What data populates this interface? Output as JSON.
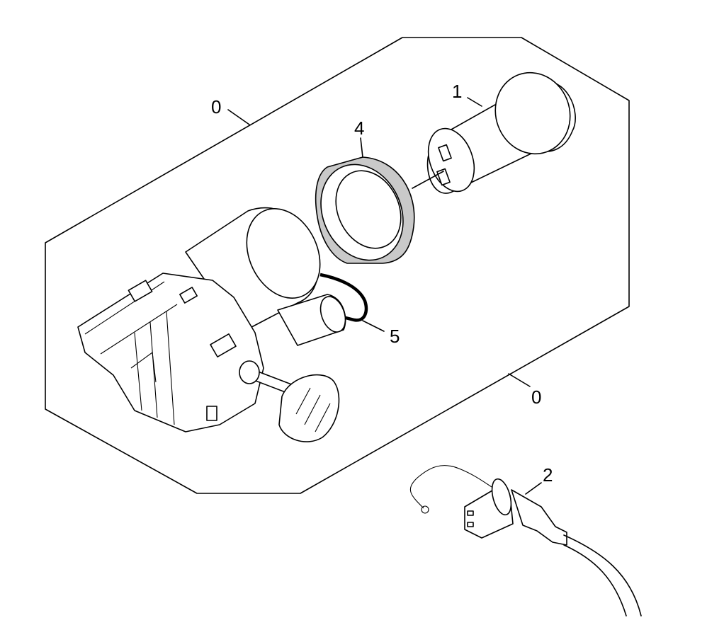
{
  "callouts": {
    "kit_top": "0",
    "kit_bottom": "0",
    "part_1": "1",
    "part_2": "2",
    "part_4": "4",
    "part_5": "5"
  },
  "colors": {
    "line": "#000000",
    "ring_fill": "#c9c9c9",
    "background": "#ffffff"
  }
}
